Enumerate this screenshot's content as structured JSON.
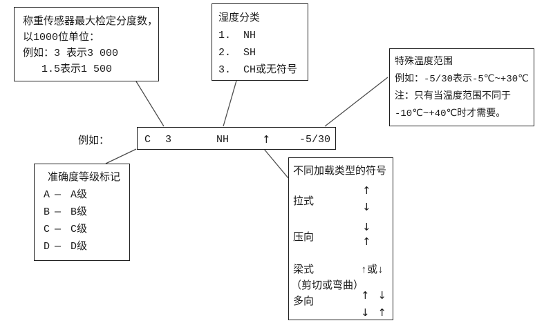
{
  "page": {
    "background": "#ffffff",
    "text_color": "#1a1a1a",
    "border_color": "#1f1f1f",
    "connector_color": "#4d4d4d"
  },
  "example_label": "例如：",
  "code_box": {
    "accuracy": "C",
    "divisions": "3",
    "humidity": "NH",
    "loading": "↑",
    "temperature": "-5/30"
  },
  "divisions_box": {
    "line1": "称重传感器最大检定分度数，",
    "line2": "以1000位单位：",
    "line3": "例如：3 表示3 000",
    "line4": "1.5表示1 500"
  },
  "humidity_box": {
    "title": "湿度分类",
    "items": [
      {
        "num": "1.",
        "value": "NH"
      },
      {
        "num": "2.",
        "value": "SH"
      },
      {
        "num": "3.",
        "value": "CH或无符号"
      }
    ]
  },
  "temperature_box": {
    "line1": "特殊温度范围",
    "line2": "例如：-5/30表示-5℃~+30℃",
    "line3": "注：只有当温度范围不同于",
    "line4": "-10℃~+40℃时才需要。"
  },
  "accuracy_box": {
    "title": "准确度等级标记",
    "items": [
      {
        "code": "A",
        "dash": "—",
        "value": "A级"
      },
      {
        "code": "B",
        "dash": "—",
        "value": "B级"
      },
      {
        "code": "C",
        "dash": "—",
        "value": "C级"
      },
      {
        "code": "D",
        "dash": "—",
        "value": "D级"
      }
    ]
  },
  "loading_box": {
    "title": "不同加载类型的符号",
    "tension": {
      "label": "拉式",
      "arrow_top": "↑",
      "arrow_bottom": "↓"
    },
    "compression": {
      "label": "压向",
      "arrow_top": "↓",
      "arrow_bottom": "↑"
    },
    "beam": {
      "label": "梁式",
      "sublabel": "（剪切或弯曲）",
      "symbols": "↑或↓"
    },
    "multi": {
      "label": "多向",
      "row_top": "↑ ↓",
      "row_bottom": "↓ ↑"
    }
  }
}
